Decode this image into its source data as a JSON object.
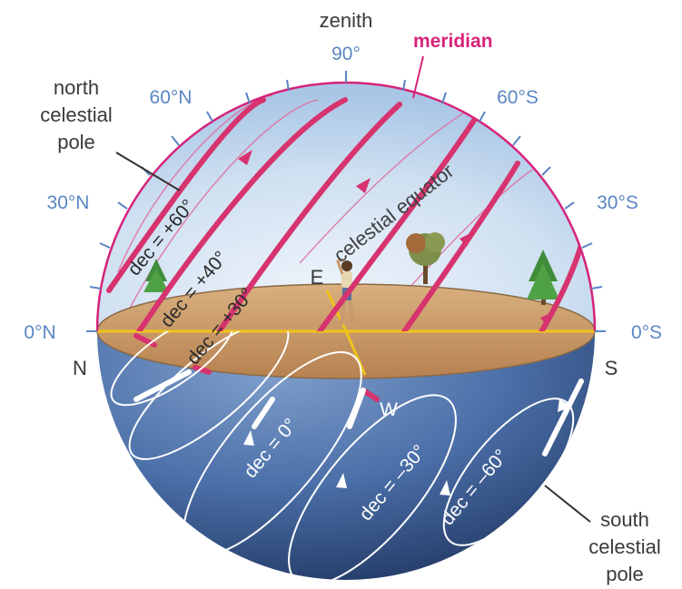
{
  "labels": {
    "zenith": "zenith",
    "meridian": "meridian",
    "north_celestial_pole": [
      "north",
      "celestial",
      "pole"
    ],
    "south_celestial_pole": [
      "south",
      "celestial",
      "pole"
    ],
    "celestial_equator": "celestial equator",
    "north": "N",
    "south": "S",
    "east": "E",
    "west": "W"
  },
  "altitude_ticks": {
    "top": "90°",
    "north_60": "60°N",
    "north_30": "30°N",
    "north_0": "0°N",
    "south_60": "60°S",
    "south_30": "30°S",
    "south_0": "0°S"
  },
  "declination_labels": {
    "plus60": "dec = +60°",
    "plus40": "dec = +40°",
    "plus30": "dec = +30°",
    "zero": "dec = 0°",
    "minus30": "dec = –30°",
    "minus60": "dec = –60°"
  },
  "colors": {
    "sky": "#c9dcef",
    "ground": "#c8996a",
    "lower_hemisphere": "#4a6ea6",
    "meridian": "#d6247a",
    "day_arc": "#d6336f",
    "horizon_line": "#f0c419",
    "tick_label": "#5a86c2"
  }
}
